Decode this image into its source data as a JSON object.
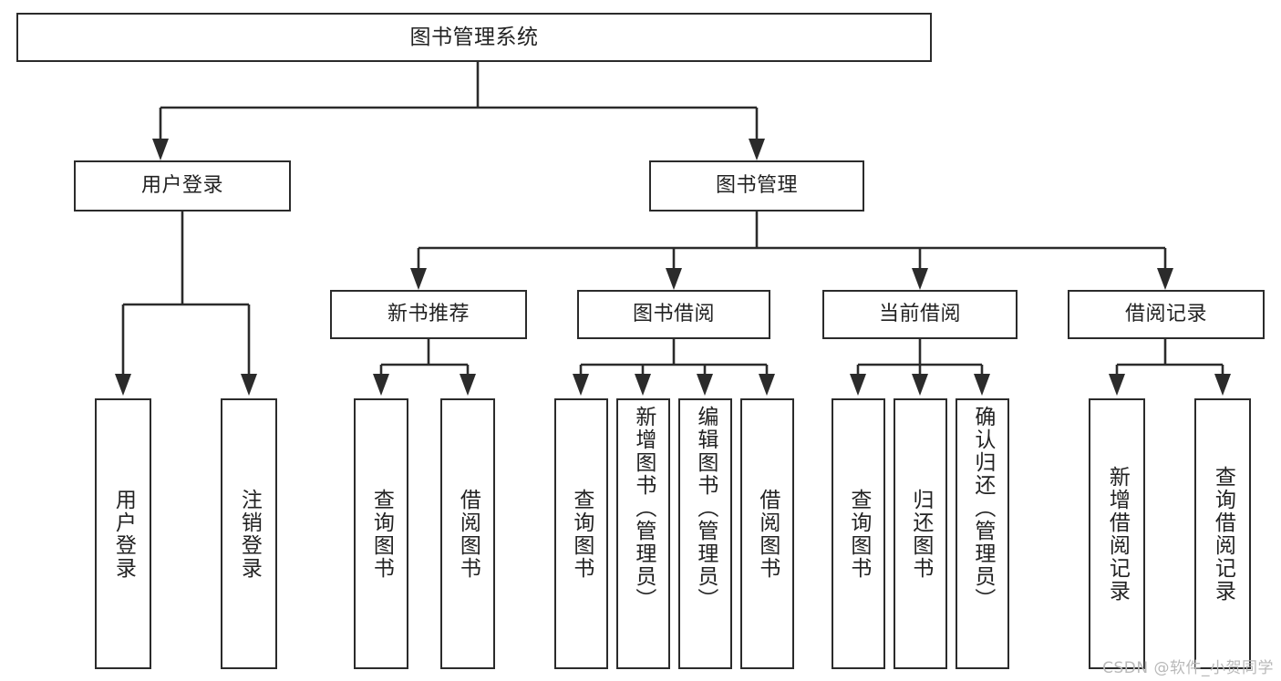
{
  "diagram": {
    "title": "图书管理系统",
    "root": {
      "label": "图书管理系统"
    },
    "tier1": [
      {
        "label": "用户登录"
      },
      {
        "label": "图书管理"
      }
    ],
    "tier2": [
      {
        "label": "新书推荐"
      },
      {
        "label": "图书借阅"
      },
      {
        "label": "当前借阅"
      },
      {
        "label": "借阅记录"
      }
    ],
    "leaves": {
      "user_login": [
        {
          "label": "用户登录"
        },
        {
          "label": "注销登录"
        }
      ],
      "new_book_recommend": [
        {
          "label": "查询图书"
        },
        {
          "label": "借阅图书"
        }
      ],
      "book_borrow": [
        {
          "label": "查询图书"
        },
        {
          "label": "新增图书（管理员）"
        },
        {
          "label": "编辑图书（管理员）"
        },
        {
          "label": "借阅图书"
        }
      ],
      "current_borrow": [
        {
          "label": "查询图书"
        },
        {
          "label": "归还图书"
        },
        {
          "label": "确认归还（管理员）"
        }
      ],
      "borrow_record": [
        {
          "label": "新增借阅记录"
        },
        {
          "label": "查询借阅记录"
        }
      ]
    }
  },
  "watermark": {
    "text": "CSDN @软件_小贺同学"
  },
  "colors": {
    "stroke": "#2b2b2b",
    "background": "#ffffff",
    "text": "#222222",
    "watermark": "#b9b9b9"
  }
}
